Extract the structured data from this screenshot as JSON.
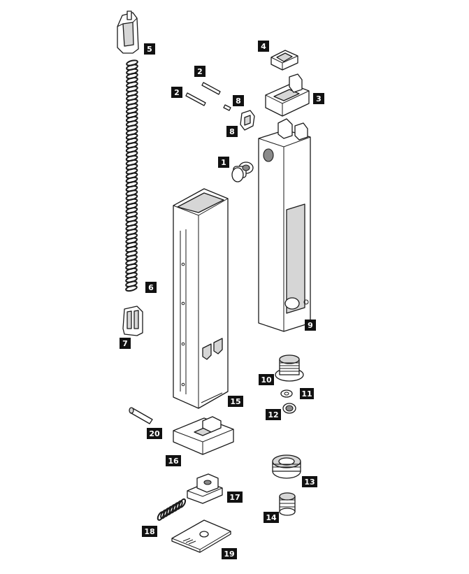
{
  "callouts": {
    "1": "1",
    "2a": "2",
    "2b": "2",
    "3": "3",
    "4": "4",
    "5": "5",
    "6": "6",
    "7": "7",
    "8a": "8",
    "8b": "8",
    "9": "9",
    "10": "10",
    "11": "11",
    "12": "12",
    "13": "13",
    "14": "14",
    "15": "15",
    "16": "16",
    "17": "17",
    "18": "18",
    "19": "19",
    "20": "20"
  }
}
